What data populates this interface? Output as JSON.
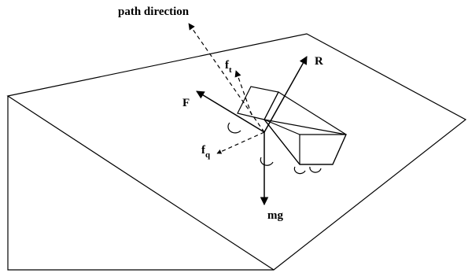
{
  "labels": {
    "path_direction": "path direction",
    "F": "F",
    "R": "R",
    "mg": "mg",
    "f": "f",
    "t_sub": "t",
    "q_sub": "q"
  },
  "colors": {
    "ink": "#000000",
    "background": "#ffffff"
  }
}
